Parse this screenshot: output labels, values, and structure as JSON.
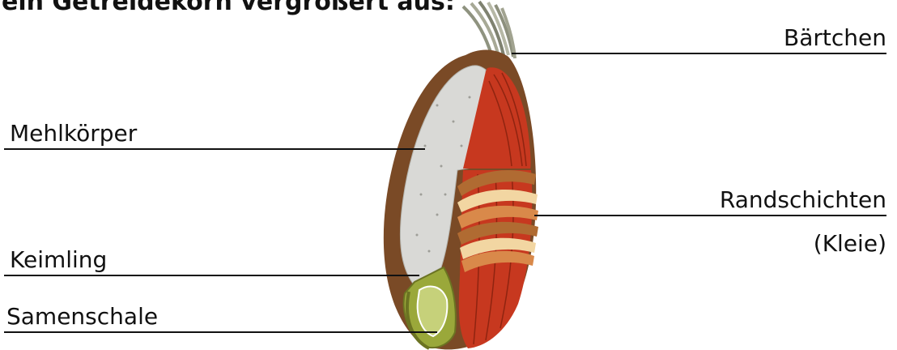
{
  "title": "ein Getreidekorn vergrößert aus:",
  "labels": {
    "baertchen": "Bärtchen",
    "mehlkoerper": "Mehlkörper",
    "randschichten": "Randschichten",
    "kleie": "(Kleie)",
    "keimling": "Keimling",
    "samenschale": "Samenschale"
  },
  "colors": {
    "endosperm": "#d9d9d6",
    "bran_red": "#c7381f",
    "husk_brown": "#7a4a26",
    "germ_green": "#9aa83a",
    "layer_cream": "#f2d6a2",
    "layer_orange": "#d9894a",
    "beard": "#9a9a8a"
  }
}
